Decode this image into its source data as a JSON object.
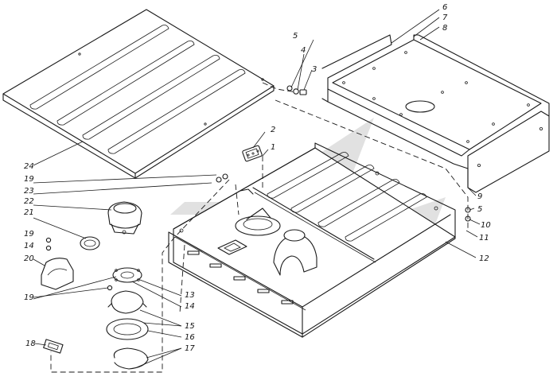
{
  "callouts": [
    {
      "id": "c1",
      "label": "1"
    },
    {
      "id": "c2",
      "label": "2"
    },
    {
      "id": "c3",
      "label": "3"
    },
    {
      "id": "c4",
      "label": "4"
    },
    {
      "id": "c5a",
      "label": "5"
    },
    {
      "id": "c5b",
      "label": "5"
    },
    {
      "id": "c6",
      "label": "6"
    },
    {
      "id": "c7",
      "label": "7"
    },
    {
      "id": "c8",
      "label": "8"
    },
    {
      "id": "c9",
      "label": "9"
    },
    {
      "id": "c10",
      "label": "10"
    },
    {
      "id": "c11",
      "label": "11"
    },
    {
      "id": "c12",
      "label": "12"
    },
    {
      "id": "c13",
      "label": "13"
    },
    {
      "id": "c14a",
      "label": "14"
    },
    {
      "id": "c14b",
      "label": "14"
    },
    {
      "id": "c15",
      "label": "15"
    },
    {
      "id": "c16",
      "label": "16"
    },
    {
      "id": "c17",
      "label": "17"
    },
    {
      "id": "c18",
      "label": "18"
    },
    {
      "id": "c19a",
      "label": "19"
    },
    {
      "id": "c19b",
      "label": "19"
    },
    {
      "id": "c19c",
      "label": "19"
    },
    {
      "id": "c20",
      "label": "20"
    },
    {
      "id": "c21",
      "label": "21"
    },
    {
      "id": "c22",
      "label": "22"
    },
    {
      "id": "c23",
      "label": "23"
    },
    {
      "id": "c24",
      "label": "24"
    }
  ]
}
